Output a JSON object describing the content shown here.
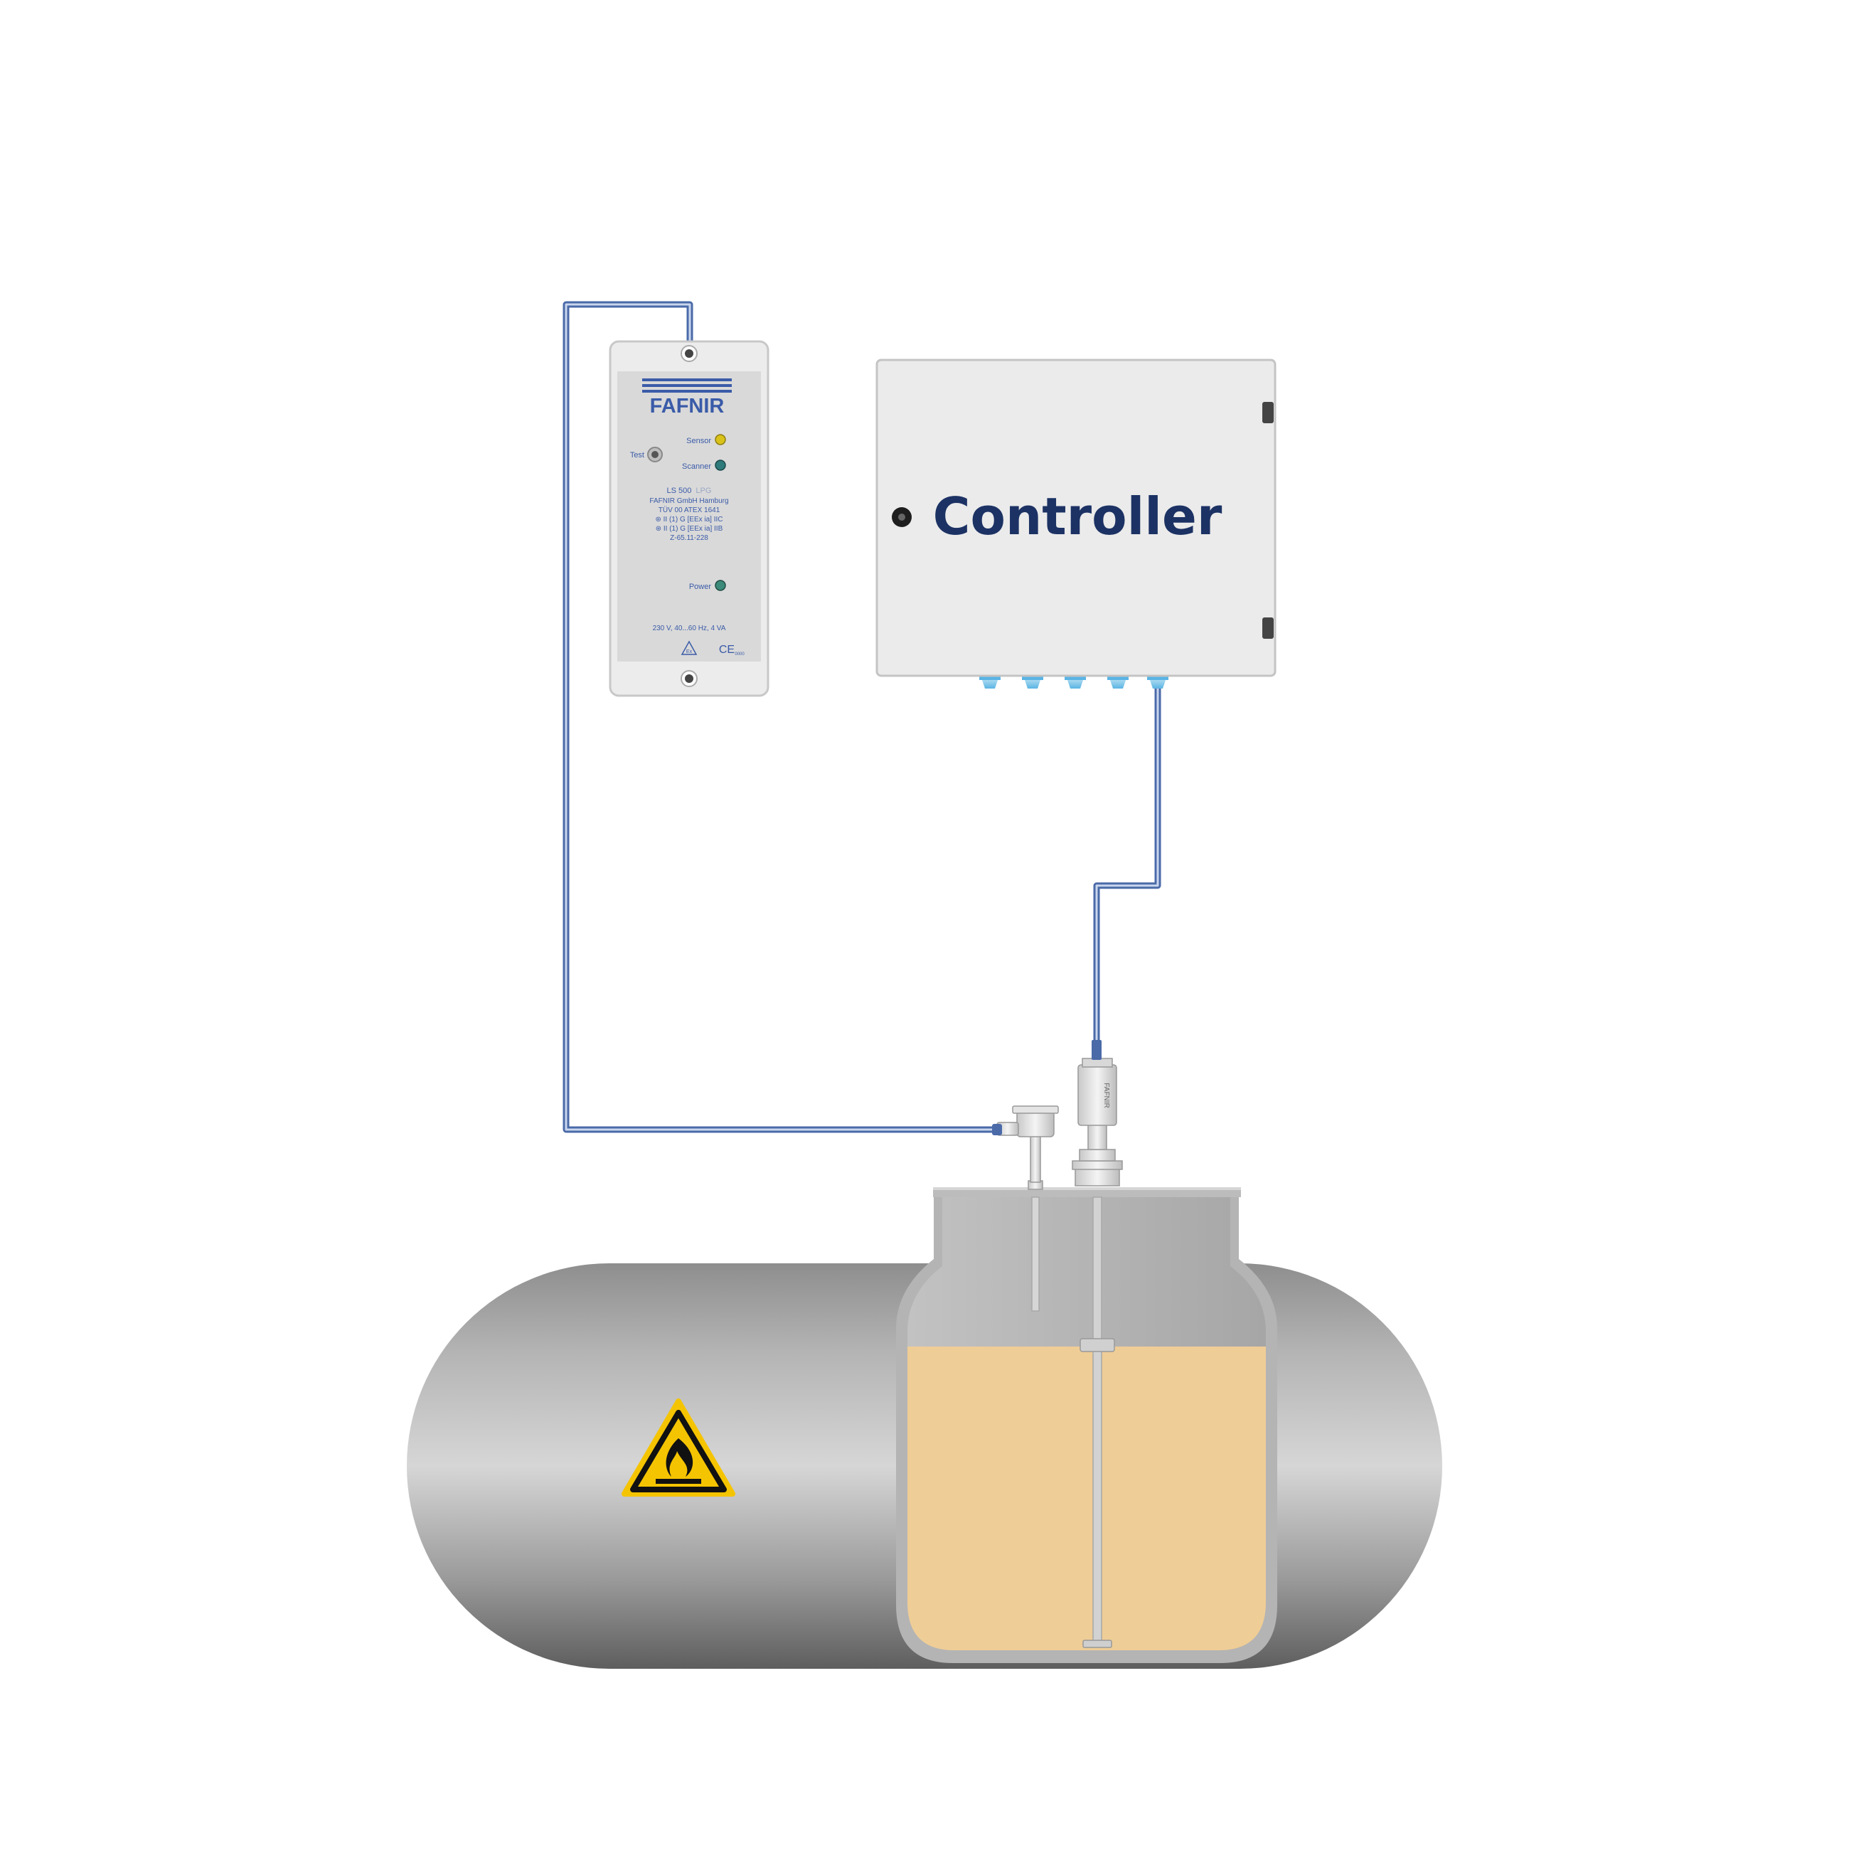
{
  "colors": {
    "cable": "#4a6aa8",
    "brand_blue": "#3a5ba8",
    "controller_text": "#1c3264",
    "liquid": "#efcd96",
    "tank_body": "#b0b0b0",
    "warning_yellow": "#f5c400"
  },
  "ls500": {
    "brand": "FAFNIR",
    "test_label": "Test",
    "sensor_label": "Sensor",
    "scanner_label": "Scanner",
    "power_label": "Power",
    "model": "LS 500",
    "model_variant": "LPG",
    "info_lines": [
      "FAFNIR GmbH Hamburg",
      "TÜV 00 ATEX 1641",
      "⊛ II (1) G [EEx ia] IIC",
      "⊛ II (1) G [EEx ia] IIB",
      "Z-65.11-228"
    ],
    "rating": "230 V, 40...60 Hz, 4 VA",
    "ex_mark": "Ex",
    "ce_mark": "CE",
    "ce_number": "0000",
    "indicator_colors": {
      "sensor": "#d9c21a",
      "scanner": "#2f7a7a",
      "power": "#3c8a7a"
    }
  },
  "controller": {
    "title": "Controller"
  },
  "probe": {
    "head_label": "FAFNIR"
  },
  "icons": {
    "warning": "flammable-warning-icon"
  }
}
